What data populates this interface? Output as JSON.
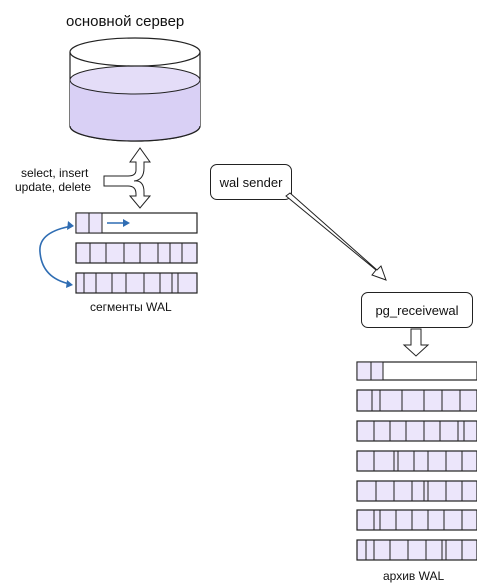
{
  "title": "основной сервер",
  "ops": {
    "line1": "select, insert",
    "line2": "update, delete"
  },
  "wal_label": "сегменты WAL",
  "sender_label": "wal sender",
  "receiver_label": "pg_receivewal",
  "archive_label": "архив WAL",
  "colors": {
    "fill": "#ece6fb",
    "liquid": "#d9d0f5",
    "stroke": "#222222",
    "accent": "#2f6db3"
  },
  "icons": [
    "database-icon",
    "double-arrow-icon",
    "curved-arrow-icon"
  ]
}
